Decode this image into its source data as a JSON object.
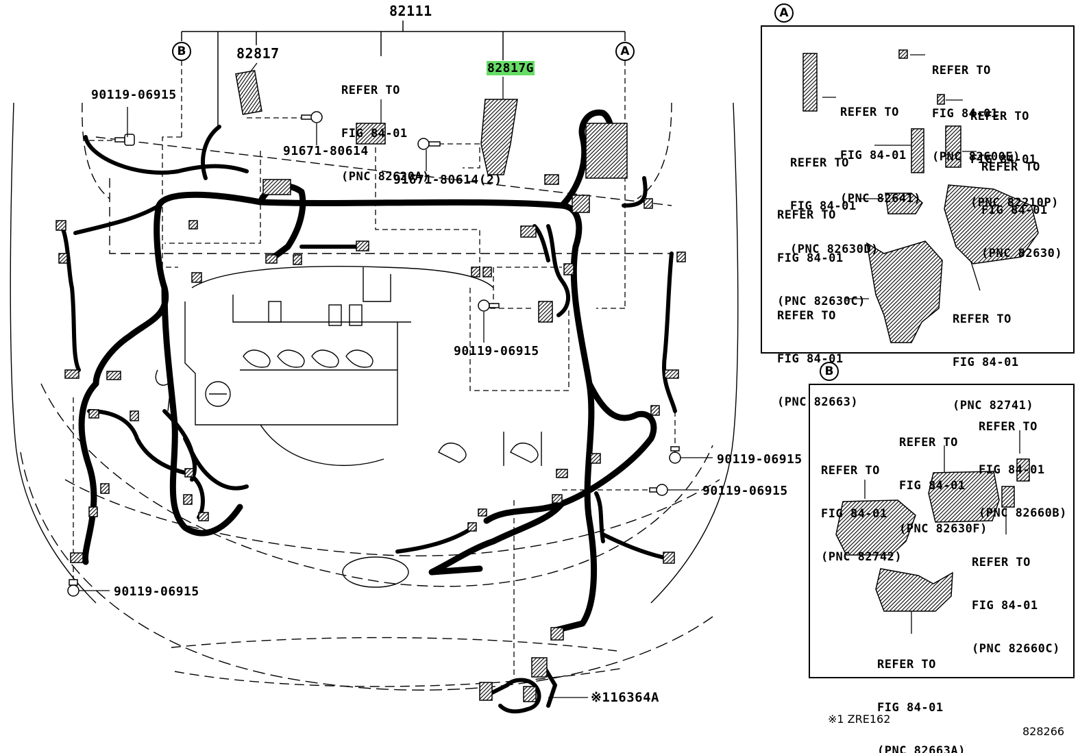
{
  "main_part": "82111",
  "callouts": {
    "a": "A",
    "b": "B"
  },
  "parts": {
    "p82817": "82817",
    "p82817g": "82817G",
    "bolt_upper_left": "90119-06915",
    "clip_91671_a": "91671-80614",
    "clip_91671_b": "91671-80614(2)",
    "bolt_center": "90119-06915",
    "bolt_right_1": "90119-06915",
    "bolt_right_2": "90119-06915",
    "bolt_lower_left": "90119-06915",
    "sub_harness": "※116364A"
  },
  "refer_main": {
    "line1": "REFER TO",
    "line2": "FIG 84-01",
    "line3": "(PNC 82620A)"
  },
  "panel_a": {
    "r1": {
      "line1": "REFER TO",
      "line2": "FIG 84-01",
      "line3": "(PNC 82600E)"
    },
    "r2": {
      "line1": "REFER TO",
      "line2": "FIG 84-01",
      "line3": "(PNC 82641)"
    },
    "r3": {
      "line1": "REFER TO",
      "line2": "FIG 84-01",
      "line3": "(PNC 82210P)"
    },
    "r4": {
      "line1": "REFER TO",
      "line2": "FIG 84-01",
      "line3": "(PNC 82630D)"
    },
    "r5": {
      "line1": "REFER TO",
      "line2": "FIG 84-01",
      "line3": "(PNC 82630)"
    },
    "r6": {
      "line1": "REFER TO",
      "line2": "FIG 84-01",
      "line3": "(PNC 82630C)"
    },
    "r7": {
      "line1": "REFER TO",
      "line2": "FIG 84-01",
      "line3": "(PNC 82663)"
    },
    "r8": {
      "line1": "REFER TO",
      "line2": "FIG 84-01",
      "line3": "(PNC 82741)"
    }
  },
  "panel_b": {
    "r1": {
      "line1": "REFER TO",
      "line2": "FIG 84-01",
      "line3": "(PNC 82660B)"
    },
    "r2": {
      "line1": "REFER TO",
      "line2": "FIG 84-01",
      "line3": "(PNC 82630F)"
    },
    "r3": {
      "line1": "REFER TO",
      "line2": "FIG 84-01",
      "line3": "(PNC 82742)"
    },
    "r4": {
      "line1": "REFER TO",
      "line2": "FIG 84-01",
      "line3": "(PNC 82660C)"
    },
    "r5": {
      "line1": "REFER TO",
      "line2": "FIG 84-01",
      "line3": "(PNC 82663A)"
    }
  },
  "footnote": "※1 ZRE162",
  "figure_number": "828266",
  "colors": {
    "ink": "#000000",
    "highlight": "#66dd66",
    "background": "#ffffff"
  }
}
